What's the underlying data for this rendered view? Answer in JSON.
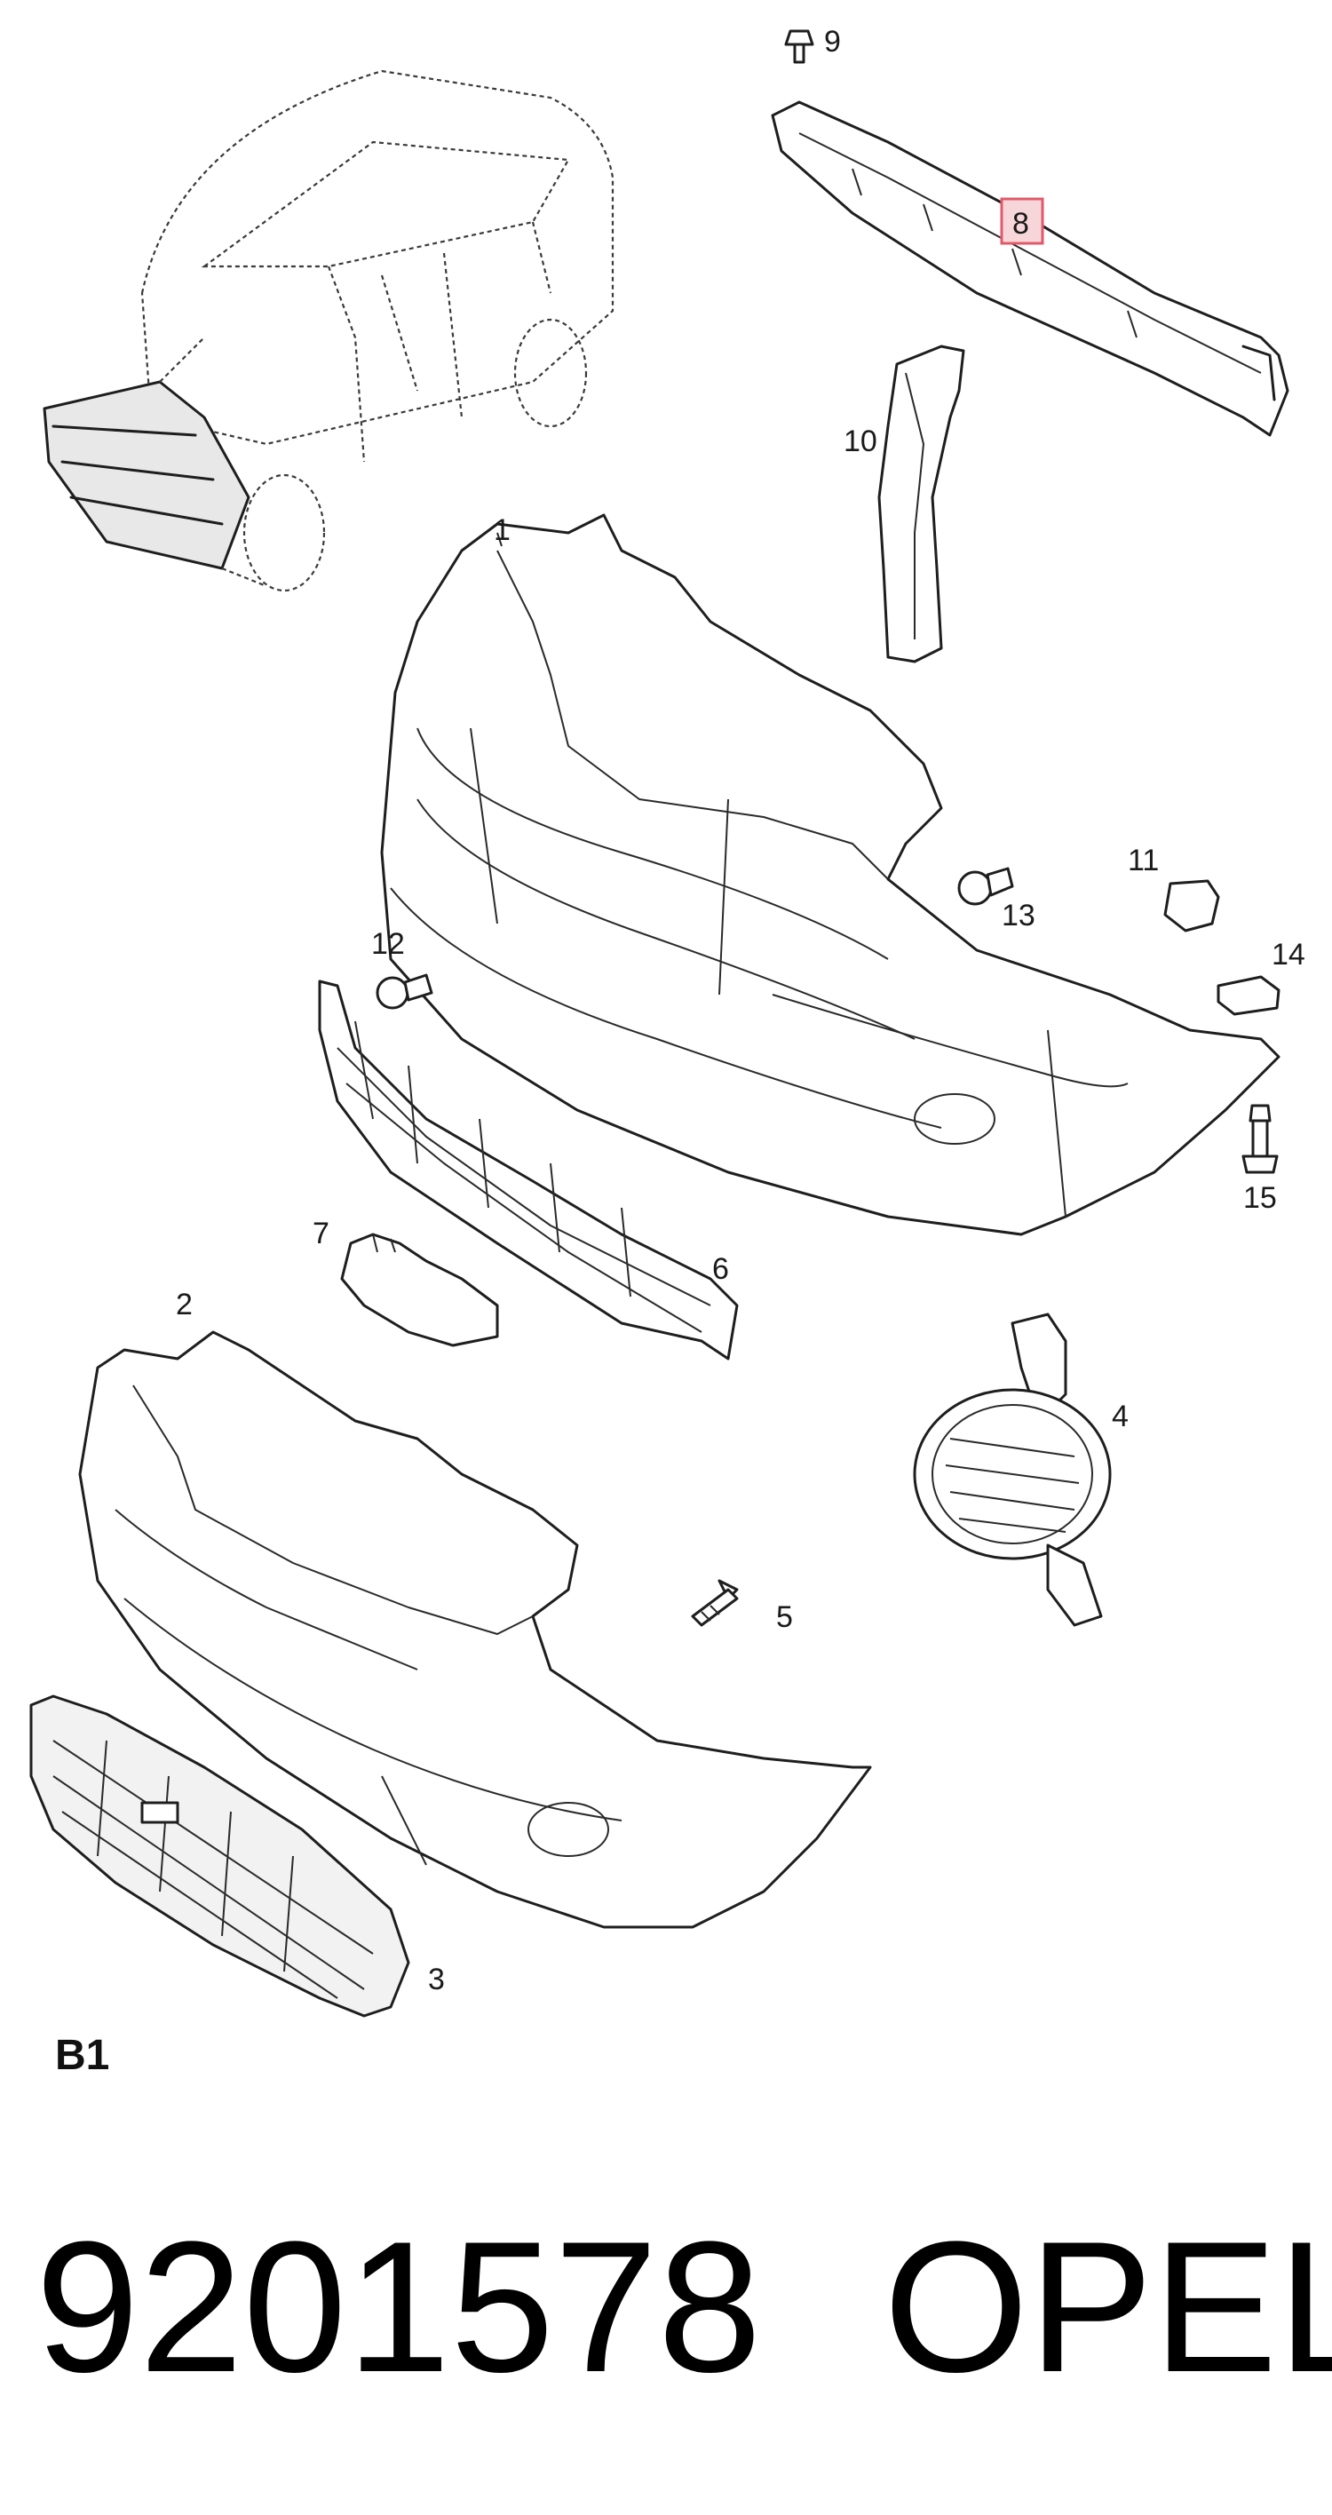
{
  "diagram": {
    "section_code": "B1",
    "callouts": [
      "1",
      "2",
      "3",
      "4",
      "5",
      "6",
      "7",
      "8",
      "9",
      "10",
      "11",
      "12",
      "13",
      "14",
      "15"
    ],
    "highlighted_callout": "8",
    "highlight_color": "#e05a6a"
  },
  "caption": {
    "part_number": "9201578",
    "brand": "OPEL"
  }
}
